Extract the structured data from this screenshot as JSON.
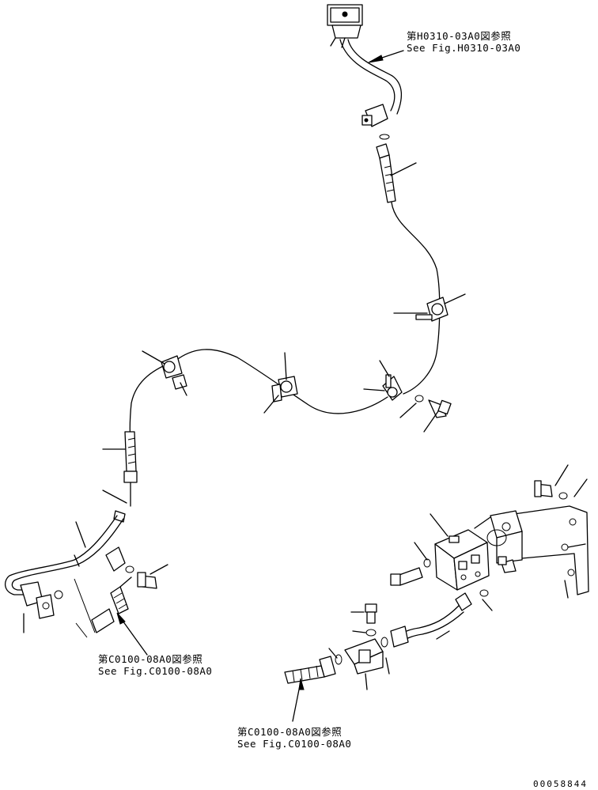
{
  "references": [
    {
      "jp": "第H0310-03A0図参照",
      "en": "See Fig.H0310-03A0"
    },
    {
      "jp": "第C0100-08A0図参照",
      "en": "See Fig.C0100-08A0"
    },
    {
      "jp": "第C0100-08A0図参照",
      "en": "See Fig.C0100-08A0"
    }
  ],
  "drawing_number": "00058844"
}
